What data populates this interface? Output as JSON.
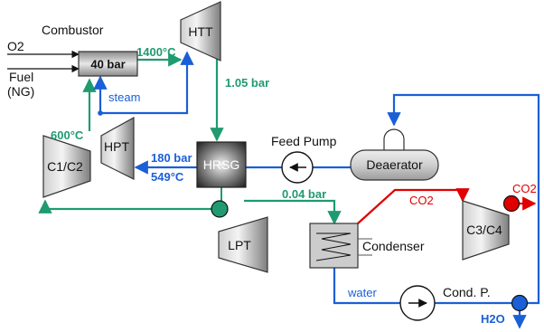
{
  "colors": {
    "green": "#1f9b6f",
    "blue": "#1a5fd6",
    "red": "#e00000",
    "black": "#111111"
  },
  "inputs": {
    "oxygen": "O2",
    "fuel_line1": "Fuel",
    "fuel_line2": "(NG)"
  },
  "components": {
    "combustor_title": "Combustor",
    "combustor_pressure": "40 bar",
    "htt": "HTT",
    "hpt": "HPT",
    "compressor_c1c2": "C1/C2",
    "hrsg": "HRSG",
    "lpt": "LPT",
    "feed_pump": "Feed Pump",
    "deaerator": "Deaerator",
    "condenser": "Condenser",
    "compressor_c3c4": "C3/C4",
    "cond_pump": "Cond. P."
  },
  "labels": {
    "temp_1400": "1400°C",
    "pressure_105": "1.05 bar",
    "steam": "steam",
    "temp_600": "600°C",
    "pressure_180": "180 bar",
    "temp_549": "549°C",
    "pressure_004": "0.04 bar",
    "co2_mid": "CO2",
    "co2_out": "CO2",
    "water": "water",
    "h2o_out": "H2O"
  }
}
